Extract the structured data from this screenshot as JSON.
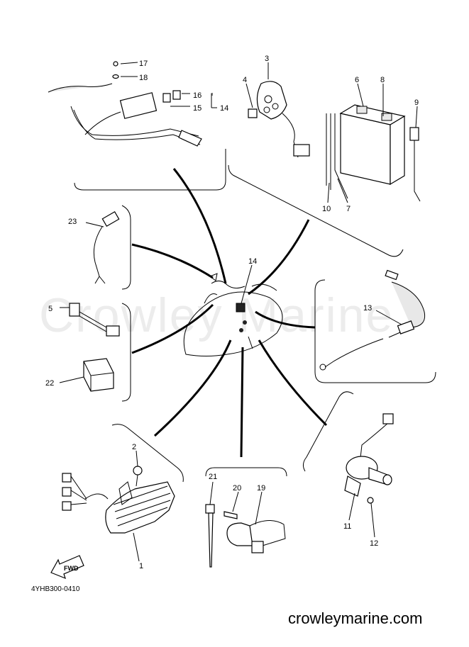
{
  "watermark": "Crowley Marine",
  "drawing_code": "4YHB300-0410",
  "website": "crowleymarine.com",
  "fwd_label": "FWD",
  "callouts": {
    "c1": "1",
    "c2": "2",
    "c3": "3",
    "c4": "4",
    "c5": "5",
    "c6": "6",
    "c7": "7",
    "c8": "8",
    "c9": "9",
    "c10": "10",
    "c11": "11",
    "c12": "12",
    "c13": "13",
    "c14a": "14",
    "c14b": "14",
    "c15": "15",
    "c16": "16",
    "c17": "17",
    "c18": "18",
    "c19": "19",
    "c20": "20",
    "c21": "21",
    "c22": "22",
    "c23": "23"
  }
}
